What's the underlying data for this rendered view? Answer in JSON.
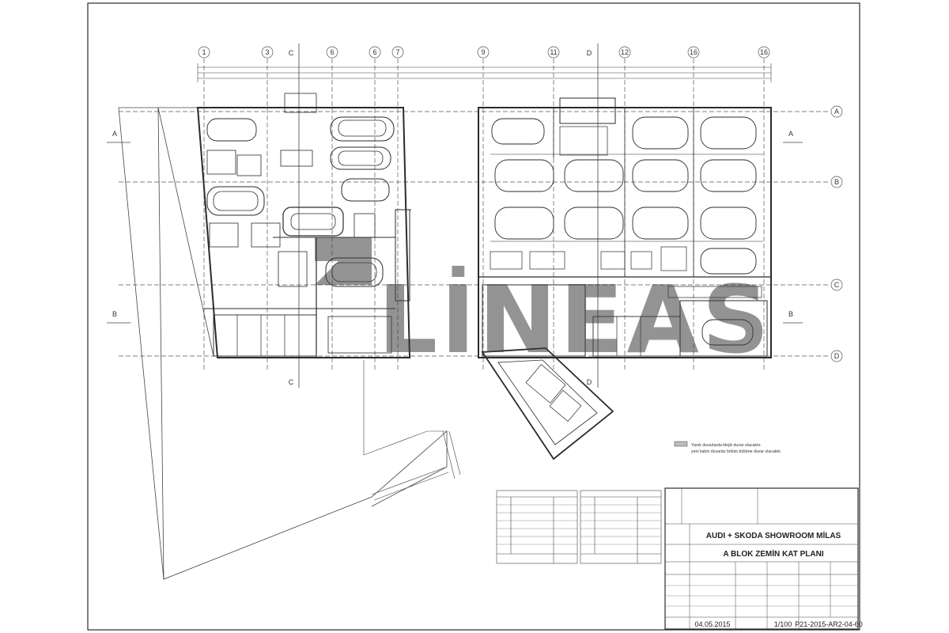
{
  "grid": {
    "columns": [
      "1",
      "3",
      "6",
      "6",
      "7",
      "9",
      "11",
      "12",
      "16",
      "16"
    ],
    "rows": [
      "A",
      "B",
      "C",
      "D"
    ]
  },
  "sections": {
    "left_top": "C",
    "left_bottom": "C",
    "right_top": "D",
    "right_bottom": "D",
    "west_a": "A",
    "west_b": "B",
    "east_a": "A",
    "east_b": "B"
  },
  "watermark": {
    "text": "LİNEAS"
  },
  "note": {
    "line1": "Yanık duvarlarda blejik duvar olacaktır.",
    "line2": "yeni kabin duvarlar bölüm bölüme duvar olacaktır."
  },
  "title_block": {
    "project": "AUDI + SKODA SHOWROOM MİLAS",
    "drawing": "A BLOK ZEMİN KAT PLANI",
    "date": "04.05.2015",
    "scale": "1/100",
    "number": "P21-2015-AR2-04-60"
  },
  "colors": {
    "line": "#2b2b2b",
    "light": "#8a8a8a",
    "paper": "#ffffff"
  }
}
